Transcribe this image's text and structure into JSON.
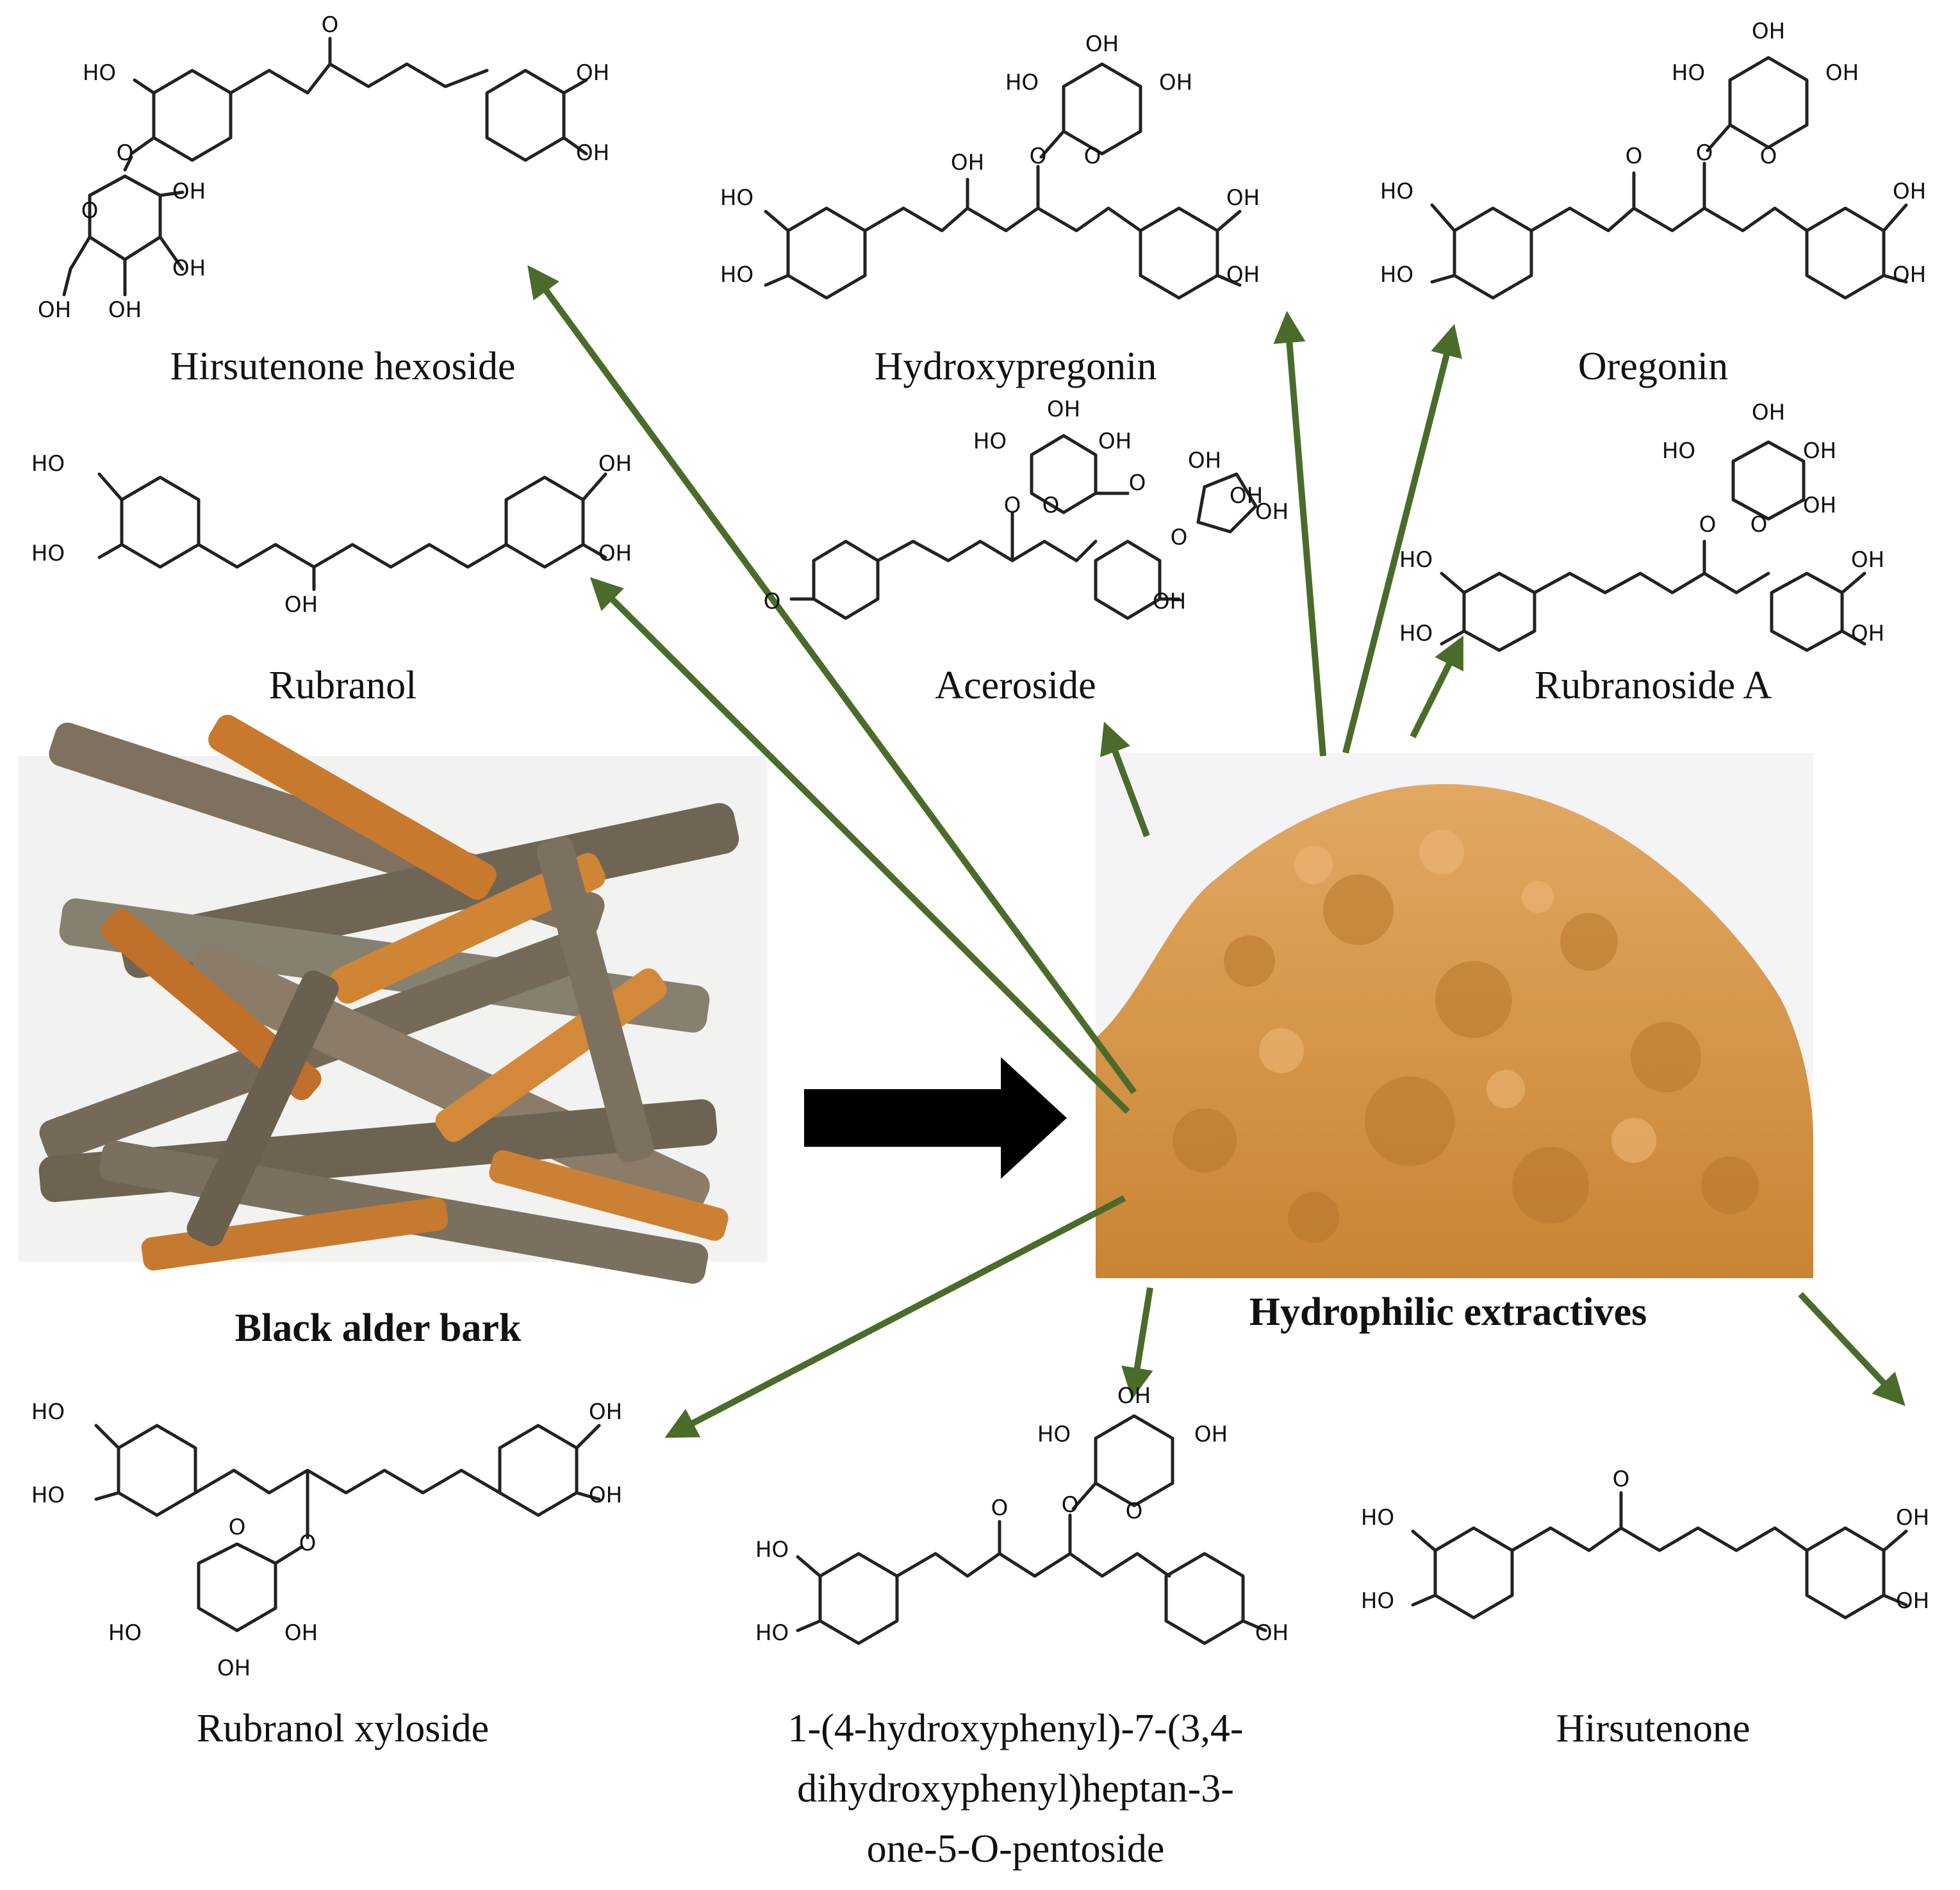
{
  "source_label": "Black alder bark",
  "product_label": "Hydrophilic extractives",
  "colors": {
    "arrow_green": "#4a6b2a",
    "main_arrow": "#000000",
    "bark_brown": "#7a6a58",
    "bark_orange": "#c8792e",
    "powder": "#d89a50"
  },
  "compounds": [
    {
      "key": "hirsutenone_hexoside",
      "name": "Hirsutenone hexoside"
    },
    {
      "key": "hydroxypregonin",
      "name": "Hydroxypregonin"
    },
    {
      "key": "oregonin",
      "name": "Oregonin"
    },
    {
      "key": "rubranol",
      "name": "Rubranol"
    },
    {
      "key": "aceroside",
      "name": "Aceroside"
    },
    {
      "key": "rubranoside_a",
      "name": "Rubranoside A"
    },
    {
      "key": "rubranol_xyloside",
      "name": "Rubranol xyloside"
    },
    {
      "key": "hydroxyphenyl_heptanone",
      "name_lines": [
        "1-(4-hydroxyphenyl)-7-(3,4-",
        "dihydroxyphenyl)heptan-3-",
        "one-5-O-pentoside"
      ]
    },
    {
      "key": "hirsutenone",
      "name": "Hirsutenone"
    }
  ],
  "atom_labels": {
    "oh": "OH",
    "ho": "HO",
    "o": "O"
  }
}
